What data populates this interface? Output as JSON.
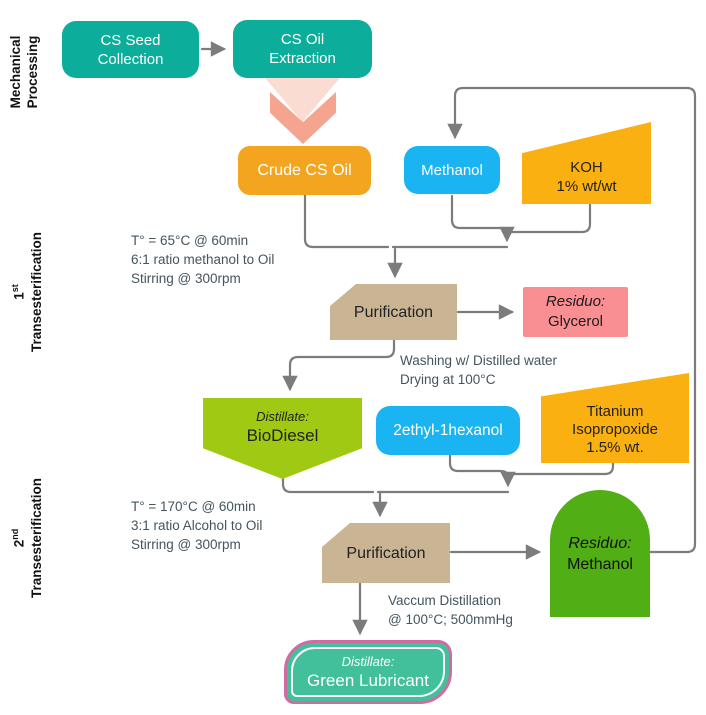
{
  "sections": {
    "mechanical": {
      "line1": "Mechanical",
      "line2": "Processing"
    },
    "first": {
      "ordinal": "1",
      "suffix": "st",
      "label": "Transesterification"
    },
    "second": {
      "ordinal": "2",
      "suffix": "nd",
      "label": "Transesterification"
    }
  },
  "nodes": {
    "cs_seed_collection": {
      "label": "CS Seed Collection"
    },
    "cs_oil_extraction": {
      "label": "CS Oil Extraction"
    },
    "crude_cs_oil": {
      "label": "Crude CS Oil"
    },
    "methanol": {
      "label": "Methanol"
    },
    "koh": {
      "line1": "KOH",
      "line2": "1% wt/wt"
    },
    "purification1": {
      "label": "Purification"
    },
    "residuo_glycerol": {
      "prefix": "Residuo:",
      "label": "Glycerol"
    },
    "biodiesel": {
      "prefix": "Distillate:",
      "label": "BioDiesel"
    },
    "ethyl_hexanol": {
      "label": "2ethyl-1hexanol"
    },
    "titanium": {
      "line1": "Titanium",
      "line2": "Isopropoxide",
      "line3": "1.5% wt."
    },
    "purification2": {
      "label": "Purification"
    },
    "residuo_methanol": {
      "prefix": "Residuo:",
      "label": "Methanol"
    },
    "green_lubricant": {
      "prefix": "Distillate:",
      "label": "Green Lubricant"
    }
  },
  "annotations": {
    "stage1_conditions": {
      "lines": [
        "T° = 65°C @ 60min",
        "6:1 ratio methanol to Oil",
        "Stirring @ 300rpm"
      ]
    },
    "washing": {
      "lines": [
        "Washing w/ Distilled water",
        "Drying at 100°C"
      ]
    },
    "stage2_conditions": {
      "lines": [
        "T° = 170°C @ 60min",
        "3:1 ratio Alcohol to Oil",
        "Stirring @ 300rpm"
      ]
    },
    "vacuum": {
      "lines": [
        "Vaccum Distillation",
        "@ 100°C; 500mmHg"
      ]
    }
  },
  "colors": {
    "teal": "#0cad9b",
    "orange": "#f3a51f",
    "amber": "#fbb011",
    "blue": "#1bb4f2",
    "tan": "#c9b494",
    "pink": "#fa8f93",
    "lime": "#9fc913",
    "green": "#52ae15",
    "mint": "#41c09b",
    "leaf_border": "#d06ca2",
    "arrow_pink_light": "#fbdcd3",
    "arrow_pink": "#f5a490",
    "line_gray": "#7c7c7c",
    "annotation_text": "#44545e"
  }
}
